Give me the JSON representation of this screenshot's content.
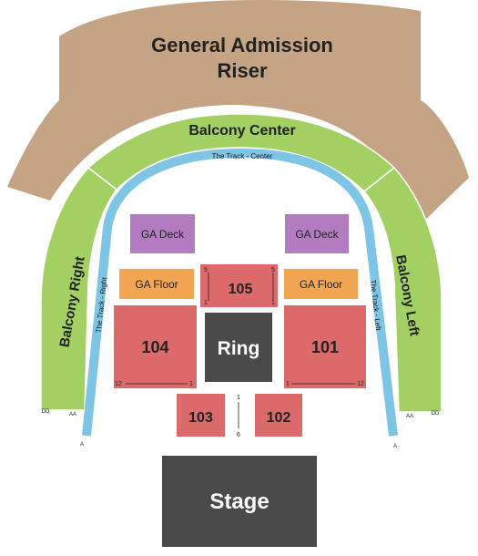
{
  "sections": {
    "ga_riser": {
      "line1": "General Admission",
      "line2": "Riser",
      "color": "#c4a484"
    },
    "balcony_center": {
      "label": "Balcony Center",
      "color": "#a3d063"
    },
    "balcony_right": {
      "label": "Balcony Right",
      "color": "#a3d063",
      "rows": [
        "DD",
        "AA"
      ]
    },
    "balcony_left": {
      "label": "Balcony Left",
      "color": "#a3d063",
      "rows": [
        "AA",
        "DD"
      ]
    },
    "track_center": {
      "label": "The Track - Center",
      "color": "#7ec4e4"
    },
    "track_right": {
      "label": "The Track - Right",
      "row": "A"
    },
    "track_left": {
      "label": "The Track - Left",
      "row": "A"
    },
    "ga_deck_left": {
      "label": "GA Deck",
      "color": "#b47cc0"
    },
    "ga_deck_right": {
      "label": "GA Deck"
    },
    "ga_floor_left": {
      "label": "GA Floor",
      "color": "#f2a654"
    },
    "ga_floor_right": {
      "label": "GA Floor"
    },
    "s105": {
      "label": "105",
      "seat_top_left": "5",
      "seat_bottom_left": "1",
      "seat_top_right": "5",
      "seat_bottom_right": "1"
    },
    "s104": {
      "label": "104",
      "seat_left": "12",
      "seat_right": "1"
    },
    "s101": {
      "label": "101",
      "seat_left": "1",
      "seat_right": "12"
    },
    "s103": {
      "label": "103"
    },
    "s102": {
      "label": "102"
    },
    "aisle": {
      "top": "1",
      "bottom": "6"
    },
    "ring": {
      "label": "Ring",
      "color": "#4a4a4a"
    },
    "stage": {
      "label": "Stage",
      "color": "#4a4a4a"
    },
    "seat_color": "#dd6a6a"
  }
}
